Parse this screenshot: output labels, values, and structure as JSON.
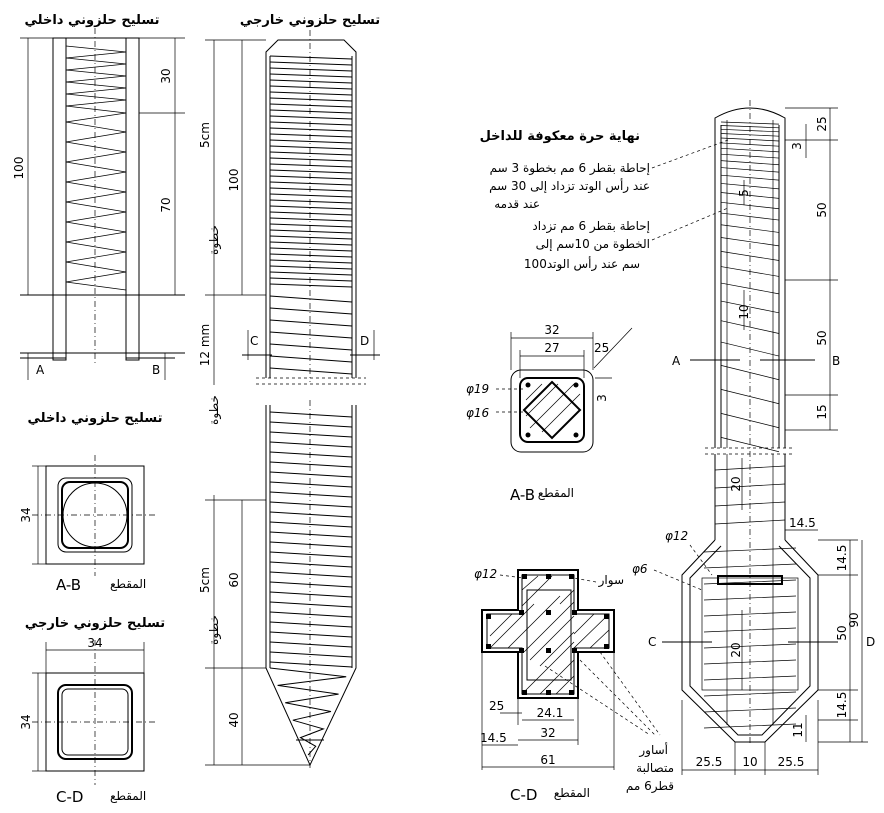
{
  "titles": {
    "inner_spiral": "تسليح حلزوني داخلي",
    "outer_spiral": "تسليح حلزوني خارجي",
    "inner_spiral_2": "تسليح حلزوني داخلي",
    "outer_spiral_2": "تسليح حلزوني خارجي",
    "free_end": "نهاية حرة معكوفة للداخل"
  },
  "notes": {
    "line1": "إحاطة بقطر 6 مم بخطوة 3 سم",
    "line2": "عند رأس الوتد تزداد إلى 30 سم",
    "line3": "عند قدمه",
    "line4": "إحاطة بقطر 6 مم تزداد",
    "line5": "الخطوة من 10سم إلى",
    "line6": "100سم عند رأس الوتد"
  },
  "section_labels": {
    "section_word": "المقطع",
    "ab": "A-B",
    "cd": "C-D"
  },
  "markers": {
    "a": "A",
    "b": "B",
    "c": "C",
    "d": "D"
  },
  "step_word": "خطوة",
  "dims": {
    "d100": "100",
    "d30": "30",
    "d70": "70",
    "d5cm": "5cm",
    "d12mm": "12 mm",
    "d60": "60",
    "d40": "40",
    "d34": "34",
    "d32": "32",
    "d27": "27",
    "d25": "25",
    "d3": "3",
    "d50": "50",
    "d10": "10",
    "d5": "5",
    "d15": "15",
    "d20": "20",
    "d14_5": "14.5",
    "d90": "90",
    "d11": "11",
    "d25_5": "25.5",
    "d24_1": "24.1",
    "d61": "61"
  },
  "bars": {
    "phi19": "φ19",
    "phi16": "φ16",
    "phi12": "φ12",
    "phi6": "φ6"
  },
  "callouts": {
    "ring": "سوار",
    "connected_rings_1": "أساور",
    "connected_rings_2": "متصالبة",
    "connected_rings_3": "قطر6 مم"
  }
}
